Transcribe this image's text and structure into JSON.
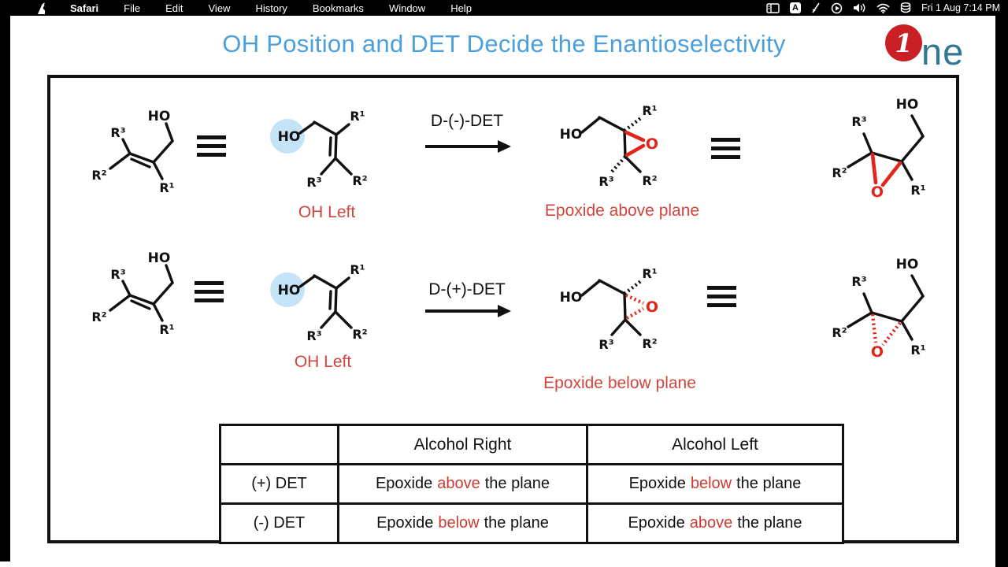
{
  "menu_bar": {
    "items": [
      "Safari",
      "File",
      "Edit",
      "View",
      "History",
      "Bookmarks",
      "Window",
      "Help"
    ],
    "input_source": "A",
    "clock": "Fri 1 Aug 7:14 PM"
  },
  "header": {
    "title": "OH Position and DET Decide the Enantioselectivity",
    "logo": {
      "one": "1",
      "ne": "ne"
    }
  },
  "atoms": {
    "ho": "HO",
    "o": "O",
    "r1": "R¹",
    "r2": "R²",
    "r3": "R³"
  },
  "row1": {
    "reagent": "D-(-)-DET",
    "substrate_caption": "OH Left",
    "product_caption": "Epoxide above plane"
  },
  "row2": {
    "reagent": "D-(+)-DET",
    "substrate_caption": "OH Left",
    "product_caption": "Epoxide below plane"
  },
  "table": {
    "col_headers": [
      "Alcohol Right",
      "Alcohol Left"
    ],
    "rows": [
      {
        "label": "(+) DET",
        "right": {
          "pre": "Epoxide",
          "key": "above",
          "post": "the plane"
        },
        "left": {
          "pre": "Epoxide",
          "key": "below",
          "post": "the plane"
        }
      },
      {
        "label": "(-) DET",
        "right": {
          "pre": "Epoxide",
          "key": "below",
          "post": "the plane"
        },
        "left": {
          "pre": "Epoxide",
          "key": "above",
          "post": "the plane"
        }
      }
    ]
  },
  "colors": {
    "title_blue": "#4a9fdc",
    "structure_red": "#e0251a",
    "caption_red": "#d2453c",
    "table_red": "#cc3b33",
    "highlight_blue": "#c5e3f7",
    "logo_red": "#c92026",
    "logo_teal": "#2f7795"
  }
}
